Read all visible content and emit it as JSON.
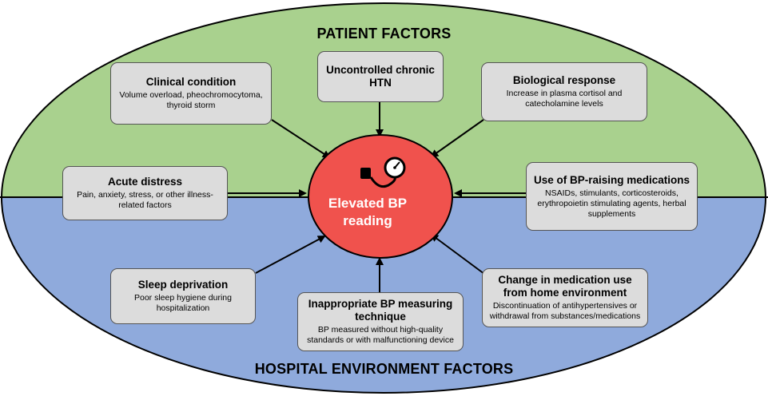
{
  "diagram": {
    "top_section_label": "PATIENT FACTORS",
    "bottom_section_label": "HOSPITAL ENVIRONMENT FACTORS",
    "center": {
      "line1": "Elevated BP",
      "line2": "reading",
      "icon": "blood-pressure-gauge-icon"
    },
    "colors": {
      "top_region": "#a9d18e",
      "bottom_region": "#8faadc",
      "center": "#f0524d",
      "box": "#dcdcdc"
    },
    "factors": {
      "clinical_condition": {
        "title": "Clinical condition",
        "detail": "Volume overload, pheochromocytoma, thyroid storm"
      },
      "chronic_htn": {
        "title": "Uncontrolled chronic HTN",
        "detail": ""
      },
      "biological_response": {
        "title": "Biological response",
        "detail": "Increase in plasma cortisol and catecholamine levels"
      },
      "acute_distress": {
        "title": "Acute distress",
        "detail": "Pain, anxiety, stress, or other illness-related factors"
      },
      "bp_raising_medications": {
        "title": "Use of BP-raising medications",
        "detail": "NSAIDs, stimulants, corticosteroids, erythropoietin stimulating agents, herbal supplements"
      },
      "sleep_deprivation": {
        "title": "Sleep deprivation",
        "detail": "Poor sleep hygiene during hospitalization"
      },
      "measuring_technique": {
        "title": "Inappropriate BP measuring technique",
        "detail": "BP measured without high-quality standards or with malfunctioning device"
      },
      "medication_change": {
        "title": "Change in medication use from home environment",
        "detail": "Discontinuation of antihypertensives or withdrawal from substances/medications"
      }
    }
  }
}
